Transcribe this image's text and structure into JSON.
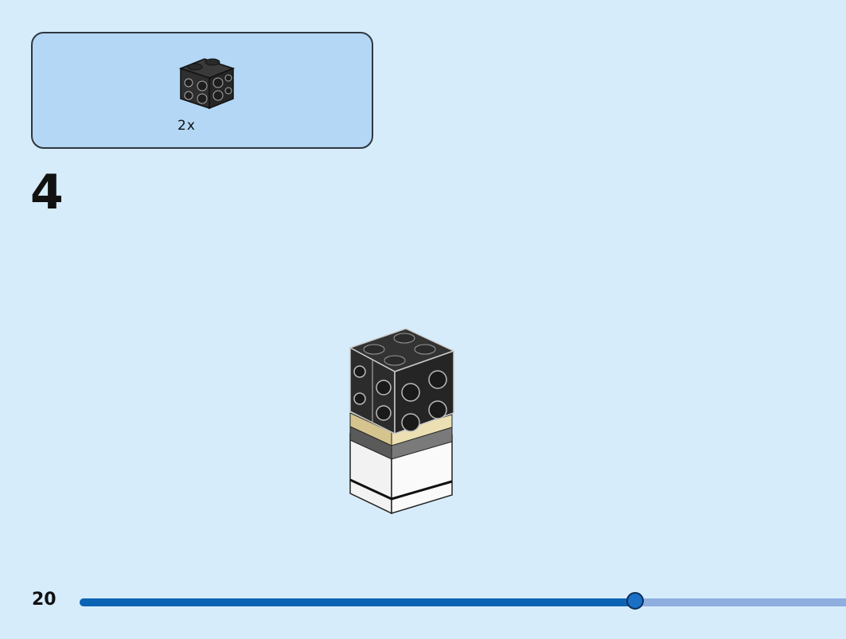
{
  "parts": {
    "quantity_label": "2x",
    "icon": "black-2x2-brick-with-side-studs-icon"
  },
  "step": {
    "number": "4"
  },
  "page": {
    "number": "20"
  },
  "progress": {
    "fraction": 0.725
  },
  "colors": {
    "background": "#d6ecfb",
    "parts_box": "#b3d7f5",
    "progress_fill": "#0b63b3",
    "progress_track": "#8eaee0",
    "brick_black": "#2b2b2b",
    "tile_tan": "#e3d7a6",
    "plate_gray": "#6e6e6e"
  }
}
